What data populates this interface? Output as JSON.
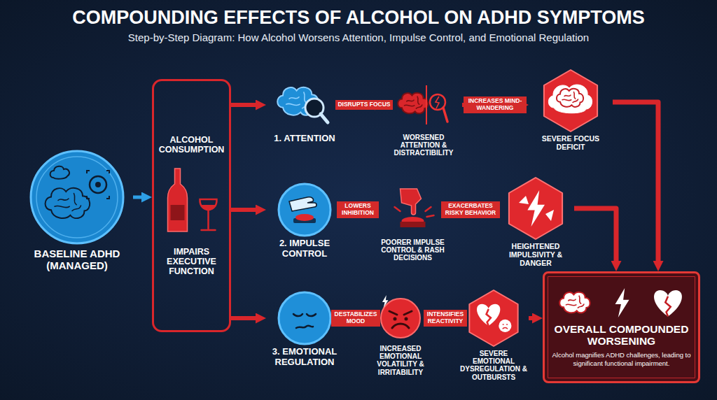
{
  "diagram": {
    "title": "COMPOUNDING EFFECTS OF ALCOHOL ON ADHD SYMPTOMS",
    "nodes": [
      {
        "text": [
          "BASELINE ADHD (MANAGED)"
        ]
      },
      {
        "text": [
          "ALCOHOL CONSUMPTION",
          "IMPAIRS EXECUTIVE FUNCTION"
        ]
      },
      {
        "text": [
          "1. ATTENTION"
        ]
      },
      {
        "text": [
          "WORSENED ATTENTION & DISTRACTIBILITY"
        ]
      },
      {
        "text": [
          "SEVERE FOCUS DEFICIT"
        ]
      },
      {
        "text": [
          "2. IMPULSE CONTROL"
        ]
      },
      {
        "text": [
          "POORER IMPULSE CONTROL & RASH DECISIONS"
        ]
      },
      {
        "text": [
          "HEIGHTENED IMPULSIVITY & DANGER"
        ]
      },
      {
        "text": [
          "3. EMOTIONAL REGULATION"
        ]
      },
      {
        "text": [
          "INCREASED EMOTIONAL VOLATILITY & IRRITABILITY"
        ]
      },
      {
        "text": [
          "SEVERE EMOTIONAL DYSREGULATION & OUTBURSTS"
        ]
      },
      {
        "text": [
          "OVERALL COMPOUNDED WORSENING",
          "Alcohol magnifies ADHD challenges, leading to significant functional impairment."
        ]
      }
    ],
    "edges": [
      {
        "from": 0,
        "to": 1,
        "arrow": "to"
      },
      {
        "from": 1,
        "to": 2,
        "arrow": "to"
      },
      {
        "from": 1,
        "to": 5,
        "arrow": "to"
      },
      {
        "from": 1,
        "to": 8,
        "arrow": "to"
      },
      {
        "from": 2,
        "to": 3,
        "label": "DISRUPTS FOCUS",
        "arrow": "to"
      },
      {
        "from": 3,
        "to": 4,
        "label": "INCREASES MIND-WANDERING",
        "arrow": "to"
      },
      {
        "from": 5,
        "to": 6,
        "label": "LOWERS INHIBITION",
        "arrow": "to"
      },
      {
        "from": 6,
        "to": 7,
        "label": "EXACERBATES RISKY BEHAVIOR",
        "arrow": "to"
      },
      {
        "from": 8,
        "to": 9,
        "label": "DESTABILIZES MOOD",
        "arrow": "to"
      },
      {
        "from": 9,
        "to": 10,
        "label": "INTENSIFIES REACTIVITY",
        "arrow": "to"
      },
      {
        "from": 4,
        "to": 11,
        "arrow": "to"
      },
      {
        "from": 7,
        "to": 11,
        "arrow": "to"
      },
      {
        "from": 10,
        "to": 11,
        "arrow": "to"
      }
    ],
    "labels": [
      "Step-by-Step Diagram: How Alcohol Worsens Attention, Impulse Control, and Emotional Regulation"
    ]
  }
}
